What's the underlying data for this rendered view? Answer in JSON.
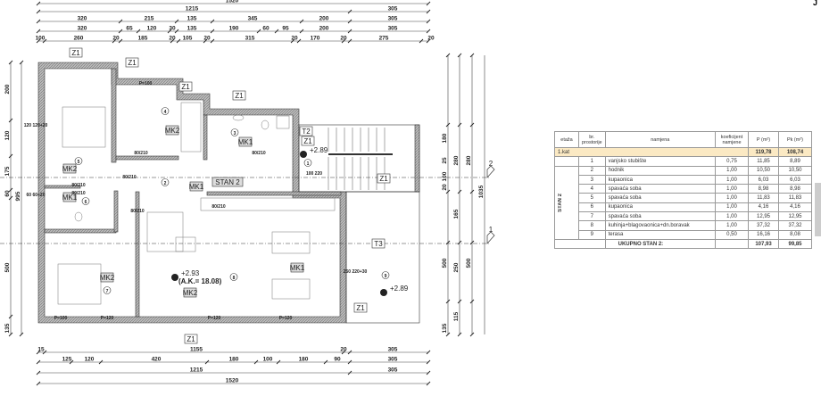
{
  "plan": {
    "dims_top": [
      [
        "1520"
      ],
      [
        "1215",
        "305"
      ],
      [
        "320",
        "215",
        "135",
        "345",
        "200",
        "305"
      ],
      [
        "320",
        "65",
        "120",
        "30",
        "135",
        "190",
        "60",
        "95",
        "200",
        "305"
      ],
      [
        "100",
        "260",
        "20",
        "185",
        "20",
        "105",
        "20",
        "315",
        "20",
        "170",
        "20",
        "275",
        "20"
      ]
    ],
    "dims_bottom": [
      [
        "15",
        "1155",
        "20",
        "305"
      ],
      [
        "125",
        "120",
        "420",
        "180",
        "100",
        "180",
        "90",
        "305"
      ],
      [
        "1215",
        "305"
      ],
      [
        "1520"
      ]
    ],
    "dims_left": [
      "200",
      "120",
      "175",
      "60",
      "500",
      "135"
    ],
    "dims_left_total": "995",
    "dims_right_1": [
      "180",
      "25",
      "100",
      "20",
      "500",
      "135"
    ],
    "dims_right_2": [
      "280",
      "165",
      "250",
      "115"
    ],
    "dims_right_3": [
      "280",
      "500"
    ],
    "dims_right_total": "1035",
    "section_markers": [
      "2",
      "1"
    ],
    "labels": {
      "z1": "Z1",
      "t2": "T2",
      "t3": "T3",
      "stan": "STAN 2",
      "mk1": "MK1",
      "mk2": "MK2",
      "level_entry": "+2.89",
      "level_living": "+2.93",
      "ak": "(A.K.= 18.08)",
      "level_terrace": "+2.89",
      "door": "80/210",
      "door_entry": "100\n220",
      "door_terrace": "250\n220+30",
      "p100": "P=100",
      "p120": "P=120",
      "win_120": "120\n120+20",
      "win_60": "60\n60+20",
      "rooms": [
        "1",
        "2",
        "3",
        "4",
        "5",
        "6",
        "7",
        "8",
        "9"
      ]
    }
  },
  "table": {
    "headers": [
      "etaža",
      "br. prostorije",
      "namjena",
      "koeficijent namjene",
      "P (m²)",
      "Pk (m²)"
    ],
    "floor": {
      "label": "1.kat",
      "p": "119,78",
      "pk": "108,74"
    },
    "group": "STAN 2",
    "rows": [
      {
        "no": "1",
        "name": "vanjsko stubište",
        "k": "0,75",
        "p": "11,85",
        "pk": "8,89"
      },
      {
        "no": "2",
        "name": "hodnik",
        "k": "1,00",
        "p": "10,50",
        "pk": "10,50"
      },
      {
        "no": "3",
        "name": "kupaonica",
        "k": "1,00",
        "p": "6,03",
        "pk": "6,03"
      },
      {
        "no": "4",
        "name": "spavaća soba",
        "k": "1,00",
        "p": "8,98",
        "pk": "8,98"
      },
      {
        "no": "5",
        "name": "spavaća soba",
        "k": "1,00",
        "p": "11,83",
        "pk": "11,83"
      },
      {
        "no": "6",
        "name": "kupaonica",
        "k": "1,00",
        "p": "4,16",
        "pk": "4,16"
      },
      {
        "no": "7",
        "name": "spavaća soba",
        "k": "1,00",
        "p": "12,95",
        "pk": "12,95"
      },
      {
        "no": "8",
        "name": "kuhinja+blagovaonica+dn.boravak",
        "k": "1,00",
        "p": "37,32",
        "pk": "37,32"
      },
      {
        "no": "9",
        "name": "terasa",
        "k": "0,50",
        "p": "16,16",
        "pk": "8,08"
      }
    ],
    "total": {
      "label": "UKUPNO STAN 2:",
      "p": "107,93",
      "pk": "99,85"
    }
  },
  "corner_mark": "J",
  "colors": {
    "wall": "#9a9a9a",
    "line": "#333333",
    "floor_row": "#fbe9c3"
  }
}
